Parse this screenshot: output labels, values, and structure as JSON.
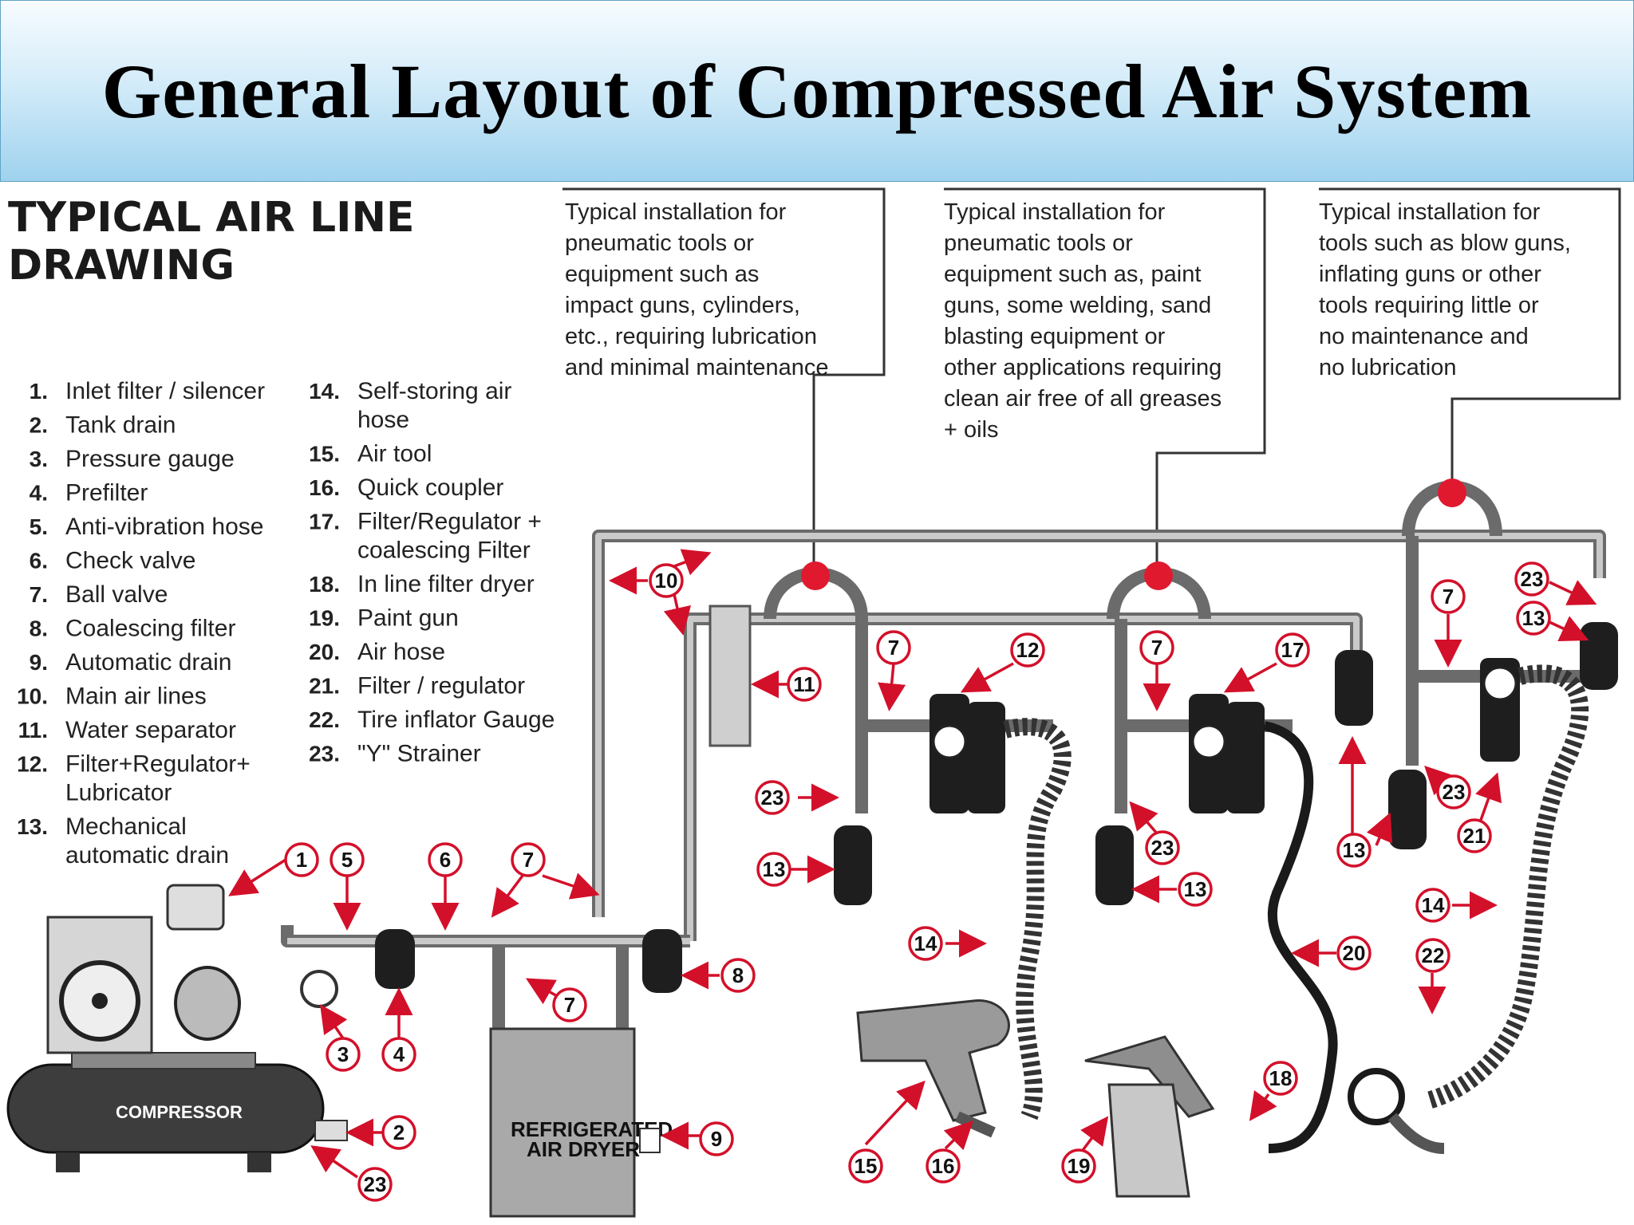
{
  "slide": {
    "title": "General Layout of Compressed Air System"
  },
  "diagram": {
    "heading_line1": "TYPICAL AIR LINE",
    "heading_line2": "DRAWING",
    "legend_left": [
      {
        "num": "1.",
        "lines": [
          "Inlet filter / silencer"
        ]
      },
      {
        "num": "2.",
        "lines": [
          "Tank drain"
        ]
      },
      {
        "num": "3.",
        "lines": [
          "Pressure gauge"
        ]
      },
      {
        "num": "4.",
        "lines": [
          "Prefilter"
        ]
      },
      {
        "num": "5.",
        "lines": [
          "Anti-vibration hose"
        ]
      },
      {
        "num": "6.",
        "lines": [
          "Check valve"
        ]
      },
      {
        "num": "7.",
        "lines": [
          "Ball valve"
        ]
      },
      {
        "num": "8.",
        "lines": [
          "Coalescing filter"
        ]
      },
      {
        "num": "9.",
        "lines": [
          "Automatic drain"
        ]
      },
      {
        "num": "10.",
        "lines": [
          "Main air lines"
        ]
      },
      {
        "num": "11.",
        "lines": [
          "Water separator"
        ]
      },
      {
        "num": "12.",
        "lines": [
          "Filter+Regulator+",
          "Lubricator"
        ]
      },
      {
        "num": "13.",
        "lines": [
          "Mechanical",
          "automatic drain"
        ]
      }
    ],
    "legend_right": [
      {
        "num": "14.",
        "lines": [
          "Self-storing air",
          "hose"
        ]
      },
      {
        "num": "15.",
        "lines": [
          "Air tool"
        ]
      },
      {
        "num": "16.",
        "lines": [
          "Quick coupler"
        ]
      },
      {
        "num": "17.",
        "lines": [
          "Filter/Regulator +",
          "coalescing Filter"
        ]
      },
      {
        "num": "18.",
        "lines": [
          "In line filter dryer"
        ]
      },
      {
        "num": "19.",
        "lines": [
          "Paint gun"
        ]
      },
      {
        "num": "20.",
        "lines": [
          "Air hose"
        ]
      },
      {
        "num": "21.",
        "lines": [
          "Filter / regulator"
        ]
      },
      {
        "num": "22.",
        "lines": [
          "Tire inflator Gauge"
        ]
      },
      {
        "num": "23.",
        "lines": [
          "\"Y\" Strainer"
        ]
      }
    ],
    "install_boxes": [
      {
        "lines": [
          "Typical installation for",
          "pneumatic tools or",
          "equipment such as",
          "impact guns, cylinders,",
          "etc., requiring lubrication",
          "and minimal maintenance"
        ]
      },
      {
        "lines": [
          "Typical installation for",
          "pneumatic tools or",
          "equipment such as, paint",
          "guns, some welding, sand",
          "blasting equipment or",
          "other applications requiring",
          "clean air free of all greases",
          "+ oils"
        ]
      },
      {
        "lines": [
          "Typical installation for",
          "tools such as blow guns,",
          "inflating guns or other",
          "tools requiring little or",
          "no maintenance and",
          "no lubrication"
        ]
      }
    ],
    "equipment_labels": {
      "compressor": "COMPRESSOR",
      "dryer_line1": "REFRIGERATED",
      "dryer_line2": "AIR DRYER"
    },
    "callouts": [
      "1",
      "5",
      "6",
      "7",
      "3",
      "4",
      "2",
      "23",
      "7",
      "9",
      "8",
      "10",
      "11",
      "7",
      "12",
      "23",
      "13",
      "7",
      "17",
      "23",
      "13",
      "14",
      "15",
      "16",
      "20",
      "19",
      "18",
      "13",
      "7",
      "23",
      "13",
      "23",
      "21",
      "14",
      "22"
    ],
    "colors": {
      "callout_red": "#d3102a",
      "pipe_gray": "#6b6b6b",
      "header_blue": "#9fd2ee"
    }
  }
}
